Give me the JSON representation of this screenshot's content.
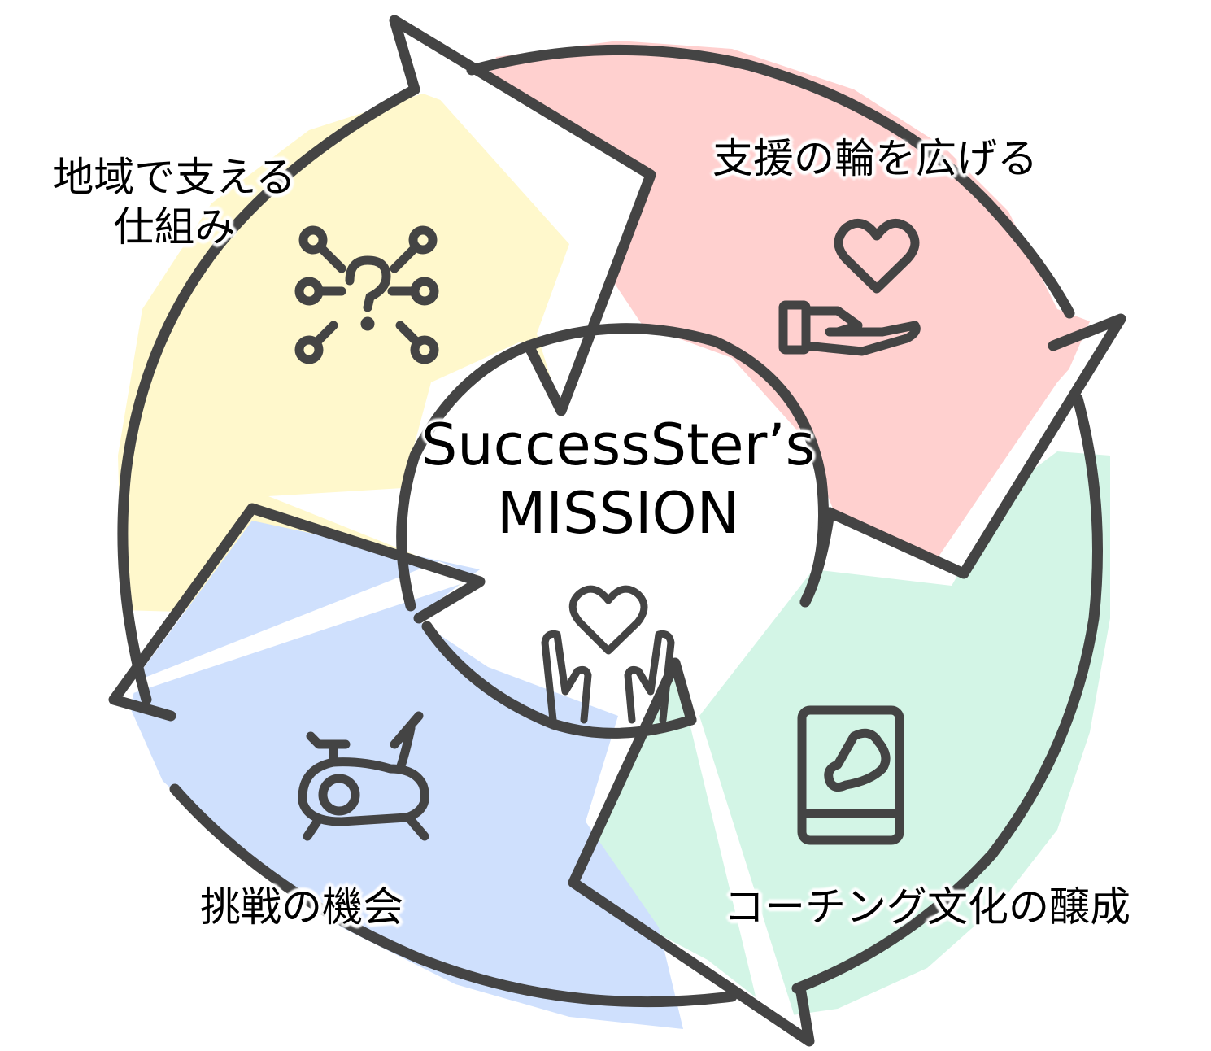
{
  "center": {
    "title_line1": "SuccessSter’s",
    "title_line2": "MISSION",
    "icon": "hands-heart-icon"
  },
  "segments": [
    {
      "id": "region",
      "label_line1": "地域で支える",
      "label_line2": "仕組み",
      "icon": "network-question-icon",
      "color": "#fff8cc"
    },
    {
      "id": "support",
      "label_line1": "支援の輪を広げる",
      "label_line2": "",
      "icon": "hand-heart-icon",
      "color": "#ffd0cf"
    },
    {
      "id": "coaching",
      "label_line1": "コーチング文化の醸成",
      "label_line2": "",
      "icon": "book-badminton-icon",
      "color": "#d3f5e6"
    },
    {
      "id": "challenge",
      "label_line1": "挑戦の機会",
      "label_line2": "",
      "icon": "exercise-bike-icon",
      "color": "#cfe0fd"
    }
  ],
  "colors": {
    "outline": "#444444",
    "text": "#000000",
    "background": "#ffffff"
  }
}
